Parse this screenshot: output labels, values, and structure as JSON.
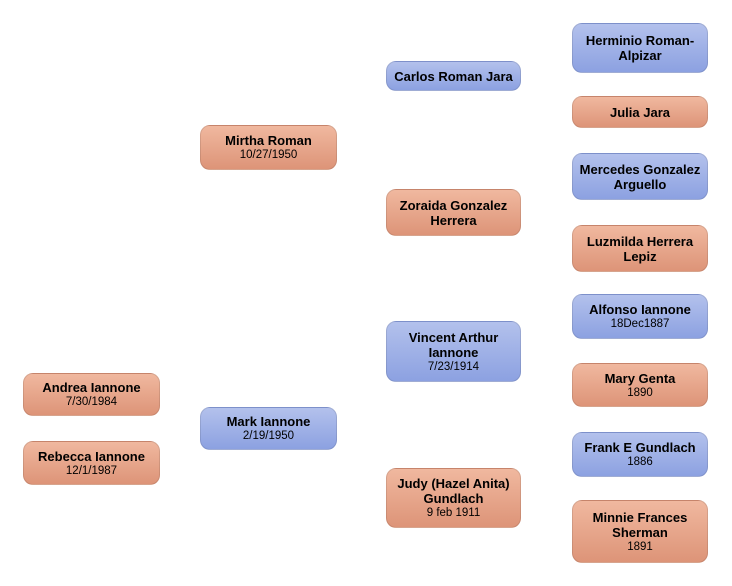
{
  "diagram": {
    "type": "family-tree-pedigree",
    "background": "#ffffff",
    "colors": {
      "male_top": "#b3c1ec",
      "male_bottom": "#8ca1e1",
      "female_top": "#f0b89f",
      "female_bottom": "#dd9478",
      "text": "#000000"
    },
    "persons": [
      {
        "id": "andrea",
        "name": "Andrea Iannone",
        "date": "7/30/1984",
        "sex": "female",
        "generation": 1
      },
      {
        "id": "rebecca",
        "name": "Rebecca Iannone",
        "date": "12/1/1987",
        "sex": "female",
        "generation": 1
      },
      {
        "id": "mirtha",
        "name": "Mirtha Roman",
        "date": "10/27/1950",
        "sex": "female",
        "generation": 2
      },
      {
        "id": "mark",
        "name": "Mark Iannone",
        "date": "2/19/1950",
        "sex": "male",
        "generation": 2
      },
      {
        "id": "carlos",
        "name": "Carlos Roman Jara",
        "date": "",
        "sex": "male",
        "generation": 3
      },
      {
        "id": "zoraida",
        "name": "Zoraida Gonzalez Herrera",
        "date": "",
        "sex": "female",
        "generation": 3
      },
      {
        "id": "vincent",
        "name": "Vincent Arthur Iannone",
        "date": "7/23/1914",
        "sex": "male",
        "generation": 3
      },
      {
        "id": "judy",
        "name": "Judy (Hazel Anita) Gundlach",
        "date": "9 feb 1911",
        "sex": "female",
        "generation": 3
      },
      {
        "id": "herminio",
        "name": "Herminio Roman-Alpizar",
        "date": "",
        "sex": "male",
        "generation": 4
      },
      {
        "id": "julia",
        "name": "Julia Jara",
        "date": "",
        "sex": "female",
        "generation": 4
      },
      {
        "id": "mercedes",
        "name": "Mercedes Gonzalez Arguello",
        "date": "",
        "sex": "male",
        "generation": 4
      },
      {
        "id": "luzmilda",
        "name": "Luzmilda Herrera Lepiz",
        "date": "",
        "sex": "female",
        "generation": 4
      },
      {
        "id": "alfonso",
        "name": "Alfonso Iannone",
        "date": "18Dec1887",
        "sex": "male",
        "generation": 4
      },
      {
        "id": "mary",
        "name": "Mary Genta",
        "date": "1890",
        "sex": "female",
        "generation": 4
      },
      {
        "id": "frank",
        "name": "Frank E Gundlach",
        "date": "1886",
        "sex": "male",
        "generation": 4
      },
      {
        "id": "minnie",
        "name": "Minnie Frances Sherman",
        "date": "1891",
        "sex": "female",
        "generation": 4
      }
    ]
  }
}
